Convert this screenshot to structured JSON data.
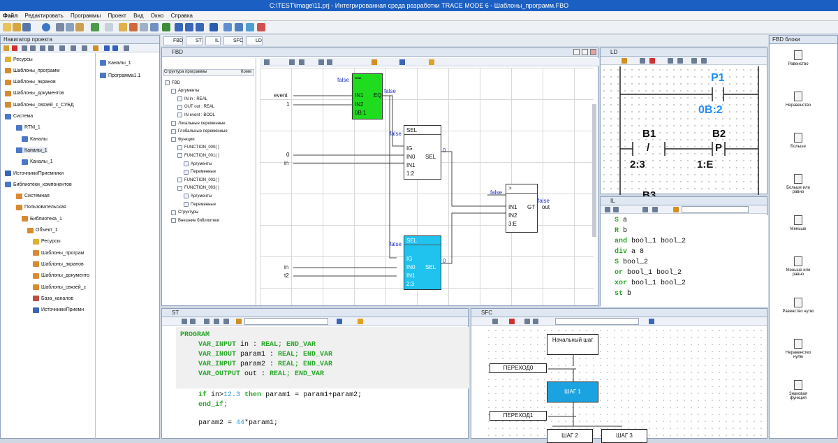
{
  "window": {
    "title": "C:\\TEST\\image\\11.prj - Интегрированная среда разработки TRACE MODE 6 - Шаблоны_программ.FBO"
  },
  "menu": [
    "Файл",
    "Редактировать",
    "Программы",
    "Проект",
    "Вид",
    "Окно",
    "Справка"
  ],
  "doc_tabs": [
    "FBD",
    "ST",
    "IL",
    "SFC",
    "LD"
  ],
  "navigator": {
    "title": "Навигатор проекта",
    "left_items": [
      "Ресурсы",
      "Шаблоны_программ",
      "Шаблоны_экранов",
      "Шаблоны_документов",
      "Шаблоны_связей_с_СУБД",
      "Система",
      "RTM_1",
      "Каналы",
      "Каналы_1",
      "Каналы_1",
      "Источники/Приемники",
      "Библиотеки_компонентов",
      "Системная",
      "Пользовательская",
      "Библиотека_1",
      "Объект_1",
      "Ресурсы",
      "Шаблоны_програм",
      "Шаблоны_экранов",
      "Шаблоны_документо",
      "Шаблоны_связей_с",
      "База_каналов",
      "Источники/Приемн"
    ],
    "right_items": [
      "Каналы_1",
      "Программа1.1"
    ]
  },
  "fbd": {
    "title": "FBD",
    "structure_header": "Структура программы",
    "structure_col": "Комм",
    "tree": [
      "FBD",
      "Аргументы",
      "IN in : REAL",
      "OUT out : REAL",
      "IN event : BOOL",
      "Локальные переменные",
      "Глобальные переменные",
      "Функции",
      "FUNCTION_000( )",
      "FUNCTION_001( )",
      "Аргументы",
      "Переменные",
      "FUNCTION_002( )",
      "FUNCTION_003( )",
      "Аргументы",
      "Переменные",
      "Структуры",
      "Внешние библиотеки"
    ],
    "eq_block": {
      "title": "==",
      "pins": [
        "IN1",
        "IN2",
        "0B:1"
      ],
      "out": "EQ"
    },
    "sel1": {
      "title": "SEL",
      "pins": [
        "IG",
        "IN0",
        "IN1",
        "1:2"
      ],
      "out": "SEL"
    },
    "sel2": {
      "title": "SEL",
      "pins": [
        "IG",
        "IN0",
        "IN1",
        "2:3"
      ],
      "out": "SEL"
    },
    "gt_block": {
      "title": ">",
      "pins": [
        "IN1",
        "IN2",
        "3:E"
      ],
      "out": "GT"
    },
    "inputs": {
      "event": "event",
      "one": "1",
      "zero": "0",
      "in1": "in",
      "in2": "in",
      "t2": "t2",
      "out": "out"
    },
    "pin_values": {
      "false": "false",
      "zero": "0"
    }
  },
  "ld": {
    "title": "LD",
    "p1": "P1",
    "p1_addr": "0B:2",
    "b1": "B1",
    "b1_sym": "/",
    "b1_addr": "2:3",
    "b2": "B2",
    "b2_sym": "P",
    "b2_addr": "1:E",
    "b3_partial": "B3"
  },
  "il": {
    "title": "IL",
    "lines": [
      {
        "kw": "S",
        "rest": " a"
      },
      {
        "kw": "R",
        "rest": " b"
      },
      {
        "kw": "and",
        "rest": " bool_1 bool_2"
      },
      {
        "kw": "div",
        "rest": " a 8"
      },
      {
        "kw": "S",
        "rest": " bool_2"
      },
      {
        "kw": "or",
        "rest": " bool_1 bool_2"
      },
      {
        "kw": "xor",
        "rest": " bool_1 bool_2"
      },
      {
        "kw": "st",
        "rest": " b"
      }
    ]
  },
  "st": {
    "title": "ST",
    "program": "PROGRAM",
    "lines": [
      {
        "kw": "VAR_INPUT",
        "rest": " in : ",
        "t": "REAL",
        "end": "; END_VAR"
      },
      {
        "kw": "VAR_INOUT",
        "rest": " param1 : ",
        "t": "REAL",
        "end": "; END_VAR"
      },
      {
        "kw": "VAR_INPUT",
        "rest": " param2 : ",
        "t": "REAL",
        "end": "; END_VAR"
      },
      {
        "kw": "VAR_OUTPUT",
        "rest": " out : ",
        "t": "REAL",
        "end": "; END_VAR"
      }
    ],
    "if_line_a": "if",
    "if_line_b": " in>",
    "if_num": "12.3",
    "if_then": " then",
    "if_rest": " param1 = param1+param2;",
    "end_if": "end_if;",
    "param2": "param2 = ",
    "param2_num": "44",
    "param2_rest": "*param1;"
  },
  "sfc": {
    "title": "SFC",
    "start": "Начальный шаг",
    "t0": "ПЕРЕХОД0",
    "step1": "ШАГ 1",
    "t1": "ПЕРЕХОД1",
    "step2": "ШАГ 2",
    "step3": "ШАГ 3"
  },
  "fbd_blocks": {
    "title": "FBD блоки",
    "items": [
      "Равенство",
      "Неравенство",
      "Больше",
      "Больше или равно",
      "Меньше",
      "Меньше или равно",
      "Равенство нулю",
      "Неравенство нулю",
      "Знаковая функция"
    ]
  },
  "colors": {
    "green_block": "#1fdc1f",
    "cyan_block": "#1fc3ee",
    "sfc_active": "#1aa3e0",
    "ld_blue": "#1e90ff"
  }
}
